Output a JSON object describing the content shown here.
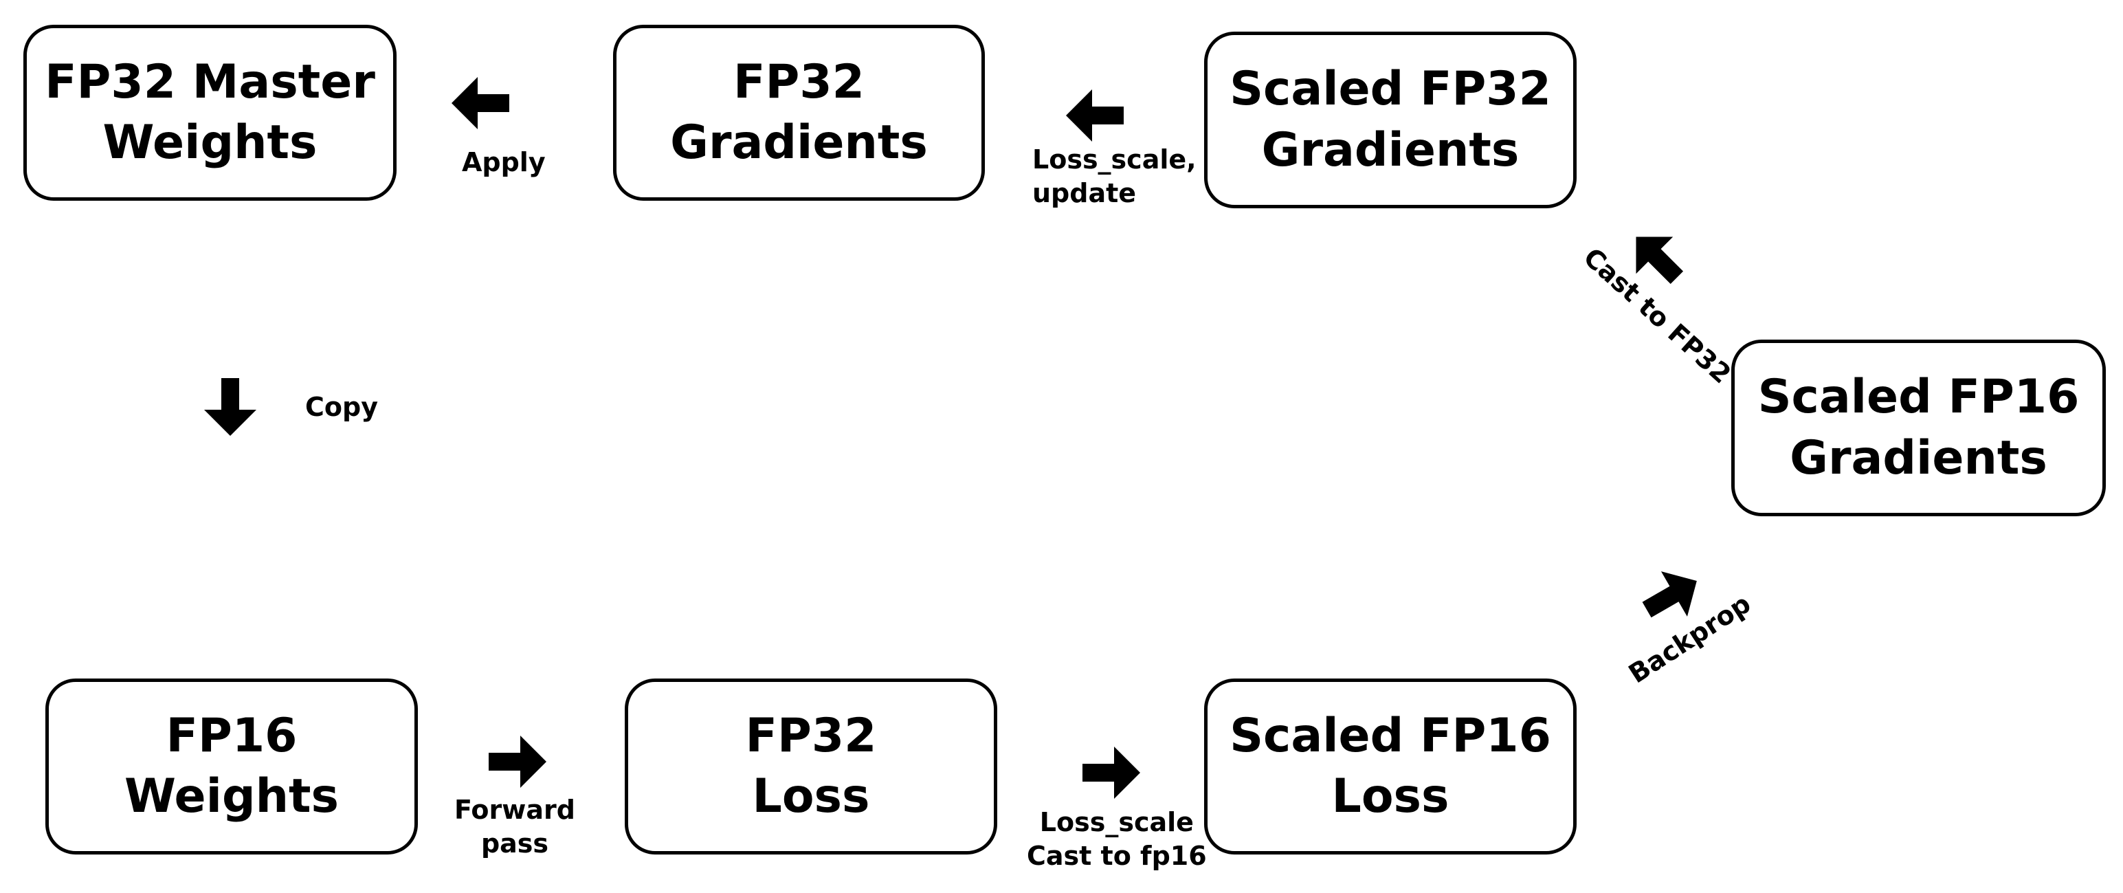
{
  "nodes": {
    "fp32_master_weights": {
      "line1": "FP32 Master",
      "line2": "Weights"
    },
    "fp32_gradients": {
      "line1": "FP32",
      "line2": "Gradients"
    },
    "scaled_fp32_gradients": {
      "line1": "Scaled FP32",
      "line2": "Gradients"
    },
    "scaled_fp16_gradients": {
      "line1": "Scaled FP16",
      "line2": "Gradients"
    },
    "fp16_weights": {
      "line1": "FP16",
      "line2": "Weights"
    },
    "fp32_loss": {
      "line1": "FP32",
      "line2": "Loss"
    },
    "scaled_fp16_loss": {
      "line1": "Scaled FP16",
      "line2": "Loss"
    }
  },
  "edges": {
    "apply": {
      "line1": "Apply"
    },
    "loss_scale_update": {
      "line1": "Loss_scale,",
      "line2": "update"
    },
    "cast_to_fp32": {
      "line1": "Cast to FP32"
    },
    "backprop": {
      "line1": "Backprop"
    },
    "copy": {
      "line1": "Copy"
    },
    "forward_pass": {
      "line1": "Forward",
      "line2": "pass"
    },
    "loss_scale_cast": {
      "line1": "Loss_scale",
      "line2": "Cast to fp16"
    }
  },
  "colors": {
    "stroke": "#000000",
    "background": "#ffffff"
  }
}
